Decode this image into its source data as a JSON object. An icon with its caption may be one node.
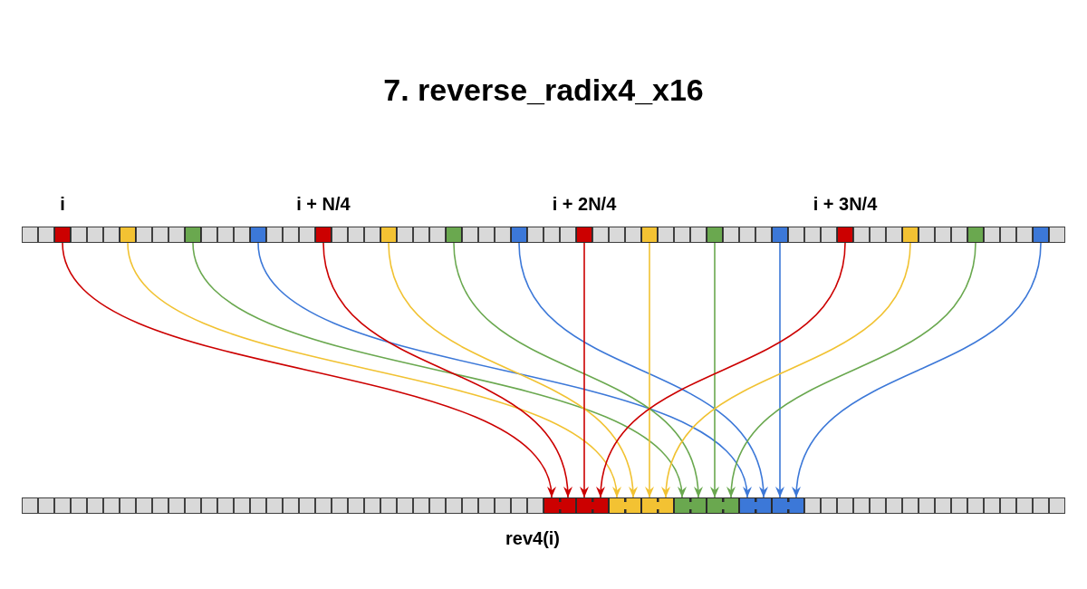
{
  "diagram": {
    "title": "7. reverse_radix4_x16",
    "nodes": [
      {
        "text": [],
        "shape": "box",
        "beside": [
          "i"
        ]
      },
      {
        "text": [],
        "shape": "box"
      },
      {
        "text": [],
        "shape": "box"
      },
      {
        "text": [],
        "shape": "box"
      },
      {
        "text": [],
        "shape": "box",
        "beside": [
          "i + N/4"
        ]
      },
      {
        "text": [],
        "shape": "box"
      },
      {
        "text": [],
        "shape": "box"
      },
      {
        "text": [],
        "shape": "box"
      },
      {
        "text": [],
        "shape": "box",
        "beside": [
          "i + 2N/4"
        ]
      },
      {
        "text": [],
        "shape": "box"
      },
      {
        "text": [],
        "shape": "box"
      },
      {
        "text": [],
        "shape": "box"
      },
      {
        "text": [],
        "shape": "box",
        "beside": [
          "i + 3N/4"
        ]
      },
      {
        "text": [],
        "shape": "box"
      },
      {
        "text": [],
        "shape": "box"
      },
      {
        "text": [],
        "shape": "box"
      },
      {
        "text": [],
        "shape": "box"
      },
      {
        "text": [],
        "shape": "box"
      },
      {
        "text": [],
        "shape": "box"
      },
      {
        "text": [],
        "shape": "box"
      },
      {
        "text": [],
        "shape": "box"
      },
      {
        "text": [],
        "shape": "box"
      },
      {
        "text": [],
        "shape": "box"
      },
      {
        "text": [],
        "shape": "box"
      },
      {
        "text": [],
        "shape": "box"
      },
      {
        "text": [],
        "shape": "box"
      },
      {
        "text": [],
        "shape": "box"
      },
      {
        "text": [],
        "shape": "box"
      },
      {
        "text": [],
        "shape": "box"
      },
      {
        "text": [],
        "shape": "box"
      },
      {
        "text": [],
        "shape": "box"
      },
      {
        "text": [],
        "shape": "box"
      }
    ],
    "edges": [
      {
        "from": 0,
        "to": 16,
        "arrow": "to",
        "color": "#cc0000"
      },
      {
        "from": 1,
        "to": 20,
        "arrow": "to",
        "color": "#f1c232"
      },
      {
        "from": 2,
        "to": 24,
        "arrow": "to",
        "color": "#6aa84f"
      },
      {
        "from": 3,
        "to": 28,
        "arrow": "to",
        "color": "#3c78d8"
      },
      {
        "from": 4,
        "to": 17,
        "arrow": "to",
        "color": "#cc0000"
      },
      {
        "from": 5,
        "to": 21,
        "arrow": "to",
        "color": "#f1c232"
      },
      {
        "from": 6,
        "to": 25,
        "arrow": "to",
        "color": "#6aa84f"
      },
      {
        "from": 7,
        "to": 29,
        "arrow": "to",
        "color": "#3c78d8"
      },
      {
        "from": 8,
        "to": 18,
        "arrow": "to",
        "color": "#cc0000"
      },
      {
        "from": 9,
        "to": 22,
        "arrow": "to",
        "color": "#f1c232"
      },
      {
        "from": 10,
        "to": 26,
        "arrow": "to",
        "color": "#6aa84f"
      },
      {
        "from": 11,
        "to": 30,
        "arrow": "to",
        "color": "#3c78d8"
      },
      {
        "from": 12,
        "to": 19,
        "arrow": "to",
        "color": "#cc0000"
      },
      {
        "from": 13,
        "to": 23,
        "arrow": "to",
        "color": "#f1c232"
      },
      {
        "from": 14,
        "to": 27,
        "arrow": "to",
        "color": "#6aa84f"
      },
      {
        "from": 15,
        "to": 31,
        "arrow": "to",
        "color": "#3c78d8"
      }
    ],
    "labels": [
      "rev4(i)"
    ]
  }
}
